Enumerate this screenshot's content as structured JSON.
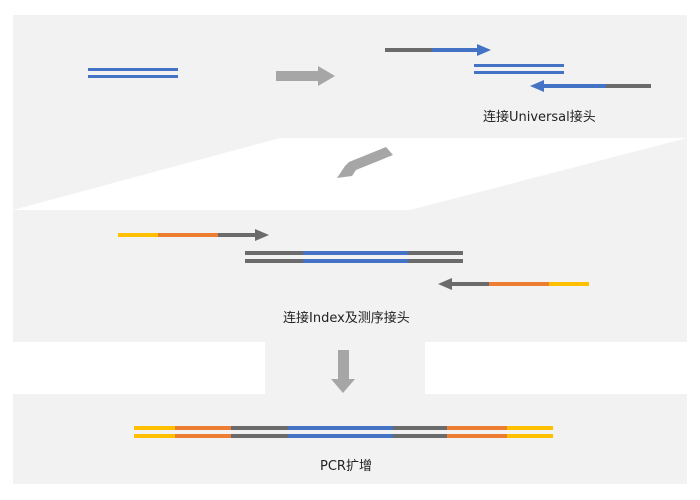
{
  "colors": {
    "panel": "#f2f2f2",
    "blue": "#4472c4",
    "gray": "#6b6b6b",
    "orange": "#ed7d31",
    "yellow": "#ffc000",
    "arrow": "#a6a6a6"
  },
  "steps": {
    "step1_label": "连接Universal接头",
    "step2_label": "连接Index及测序接头",
    "step3_label": "PCR扩增"
  }
}
